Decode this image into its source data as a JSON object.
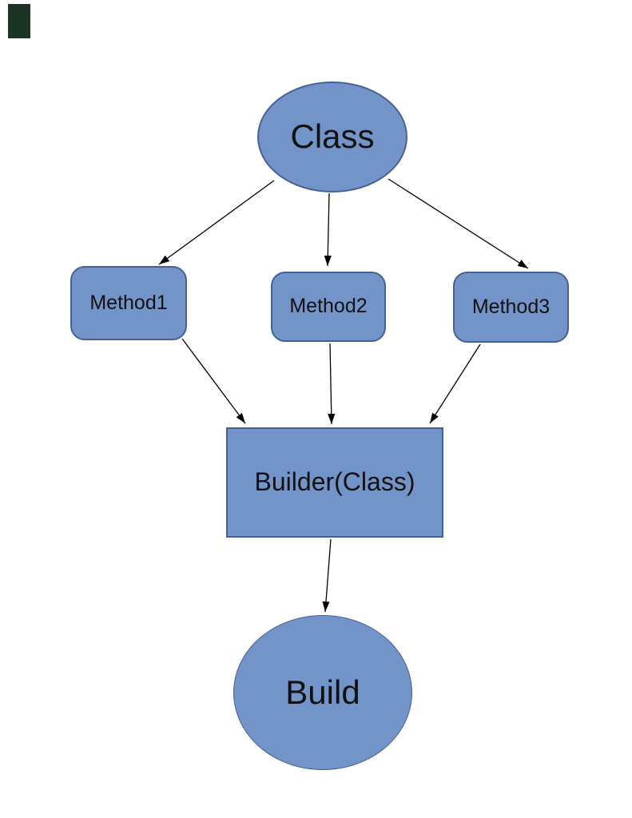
{
  "page": {
    "background": "#ffffff"
  },
  "artifact": {
    "corner_square_color": "#1b3322"
  },
  "diagram": {
    "type": "flowchart",
    "nodes": {
      "class": {
        "label": "Class",
        "shape": "ellipse"
      },
      "method1": {
        "label": "Method1",
        "shape": "rounded-rect"
      },
      "method2": {
        "label": "Method2",
        "shape": "rounded-rect"
      },
      "method3": {
        "label": "Method3",
        "shape": "rounded-rect"
      },
      "builder": {
        "label": "Builder(Class)",
        "shape": "rect"
      },
      "build": {
        "label": "Build",
        "shape": "ellipse"
      }
    },
    "edges": [
      {
        "from": "class",
        "to": "method1"
      },
      {
        "from": "class",
        "to": "method2"
      },
      {
        "from": "class",
        "to": "method3"
      },
      {
        "from": "method1",
        "to": "builder"
      },
      {
        "from": "method2",
        "to": "builder"
      },
      {
        "from": "method3",
        "to": "builder"
      },
      {
        "from": "builder",
        "to": "build"
      }
    ],
    "colors": {
      "node_fill": "#7394c8",
      "node_stroke": "#456191",
      "text": "#111111",
      "arrow": "#000000",
      "background": "#ffffff"
    }
  }
}
